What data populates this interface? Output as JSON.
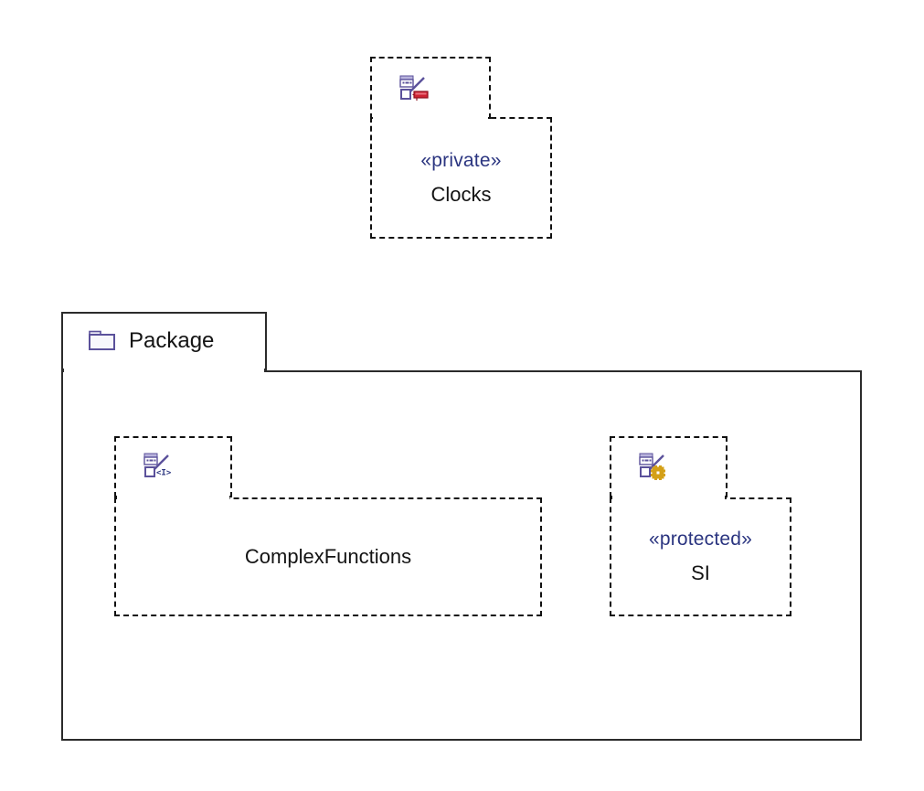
{
  "diagram": {
    "type": "uml-deployment-diagram",
    "background": "#ffffff",
    "colors": {
      "stereotype_text": "#2b3580",
      "node_text": "#141414",
      "dashed_border": "#111111",
      "package_border": "#2b2b2b",
      "icon_purple": "#5b519b",
      "icon_purple_light": "#b9b4dd",
      "icon_red": "#cf2233",
      "icon_gold": "#d4a017"
    }
  },
  "nodes": [
    {
      "id": "clocks",
      "name": "Clocks",
      "stereotype": "«private»",
      "icon": "artifact-deployment-icon",
      "icon_badge": "red-block-badge"
    },
    {
      "id": "complex-functions",
      "name": "ComplexFunctions",
      "stereotype": "",
      "icon": "artifact-interface-icon",
      "icon_badge": "<I>"
    },
    {
      "id": "si",
      "name": "SI",
      "stereotype": "«protected»",
      "icon": "artifact-gear-icon",
      "icon_badge": "gear-badge"
    }
  ],
  "package": {
    "label": "Package",
    "icon": "folder-icon",
    "contains": [
      "complex-functions",
      "si"
    ]
  }
}
